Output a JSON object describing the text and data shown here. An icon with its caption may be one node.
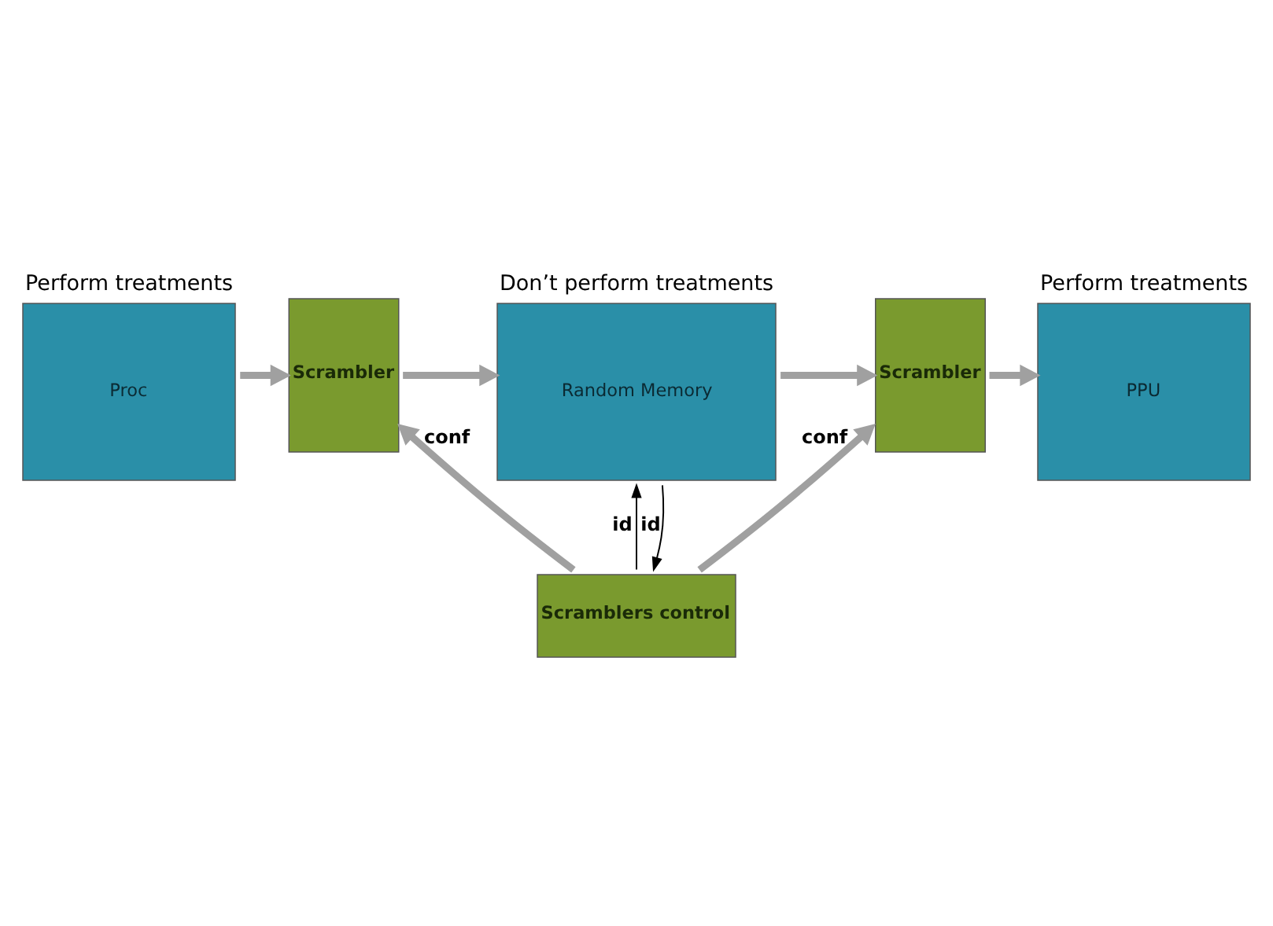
{
  "diagram": {
    "nodes": [
      {
        "text": [
          "Proc"
        ],
        "beside": [
          "Perform treatments"
        ]
      },
      {
        "text": [
          "Scrambler"
        ]
      },
      {
        "text": [
          "Random Memory"
        ],
        "beside": [
          "Don’t perform treatments"
        ]
      },
      {
        "text": [
          "Scrambler"
        ]
      },
      {
        "text": [
          "PPU"
        ],
        "beside": [
          "Perform treatments"
        ]
      },
      {
        "text": [
          "Scramblers control"
        ]
      }
    ],
    "edges": [
      {
        "from": 0,
        "to": 1,
        "arrow": "to"
      },
      {
        "from": 1,
        "to": 2,
        "arrow": "to"
      },
      {
        "from": 2,
        "to": 3,
        "arrow": "to"
      },
      {
        "from": 3,
        "to": 4,
        "arrow": "to"
      },
      {
        "from": 5,
        "to": 1,
        "arrow": "to",
        "label": "conf"
      },
      {
        "from": 5,
        "to": 2,
        "arrow": "to",
        "label": "id",
        "color": "#000000"
      },
      {
        "from": 2,
        "to": 5,
        "arrow": "to",
        "label": "id",
        "color": "#000000"
      },
      {
        "from": 5,
        "to": 3,
        "arrow": "to",
        "label": "conf"
      }
    ]
  }
}
